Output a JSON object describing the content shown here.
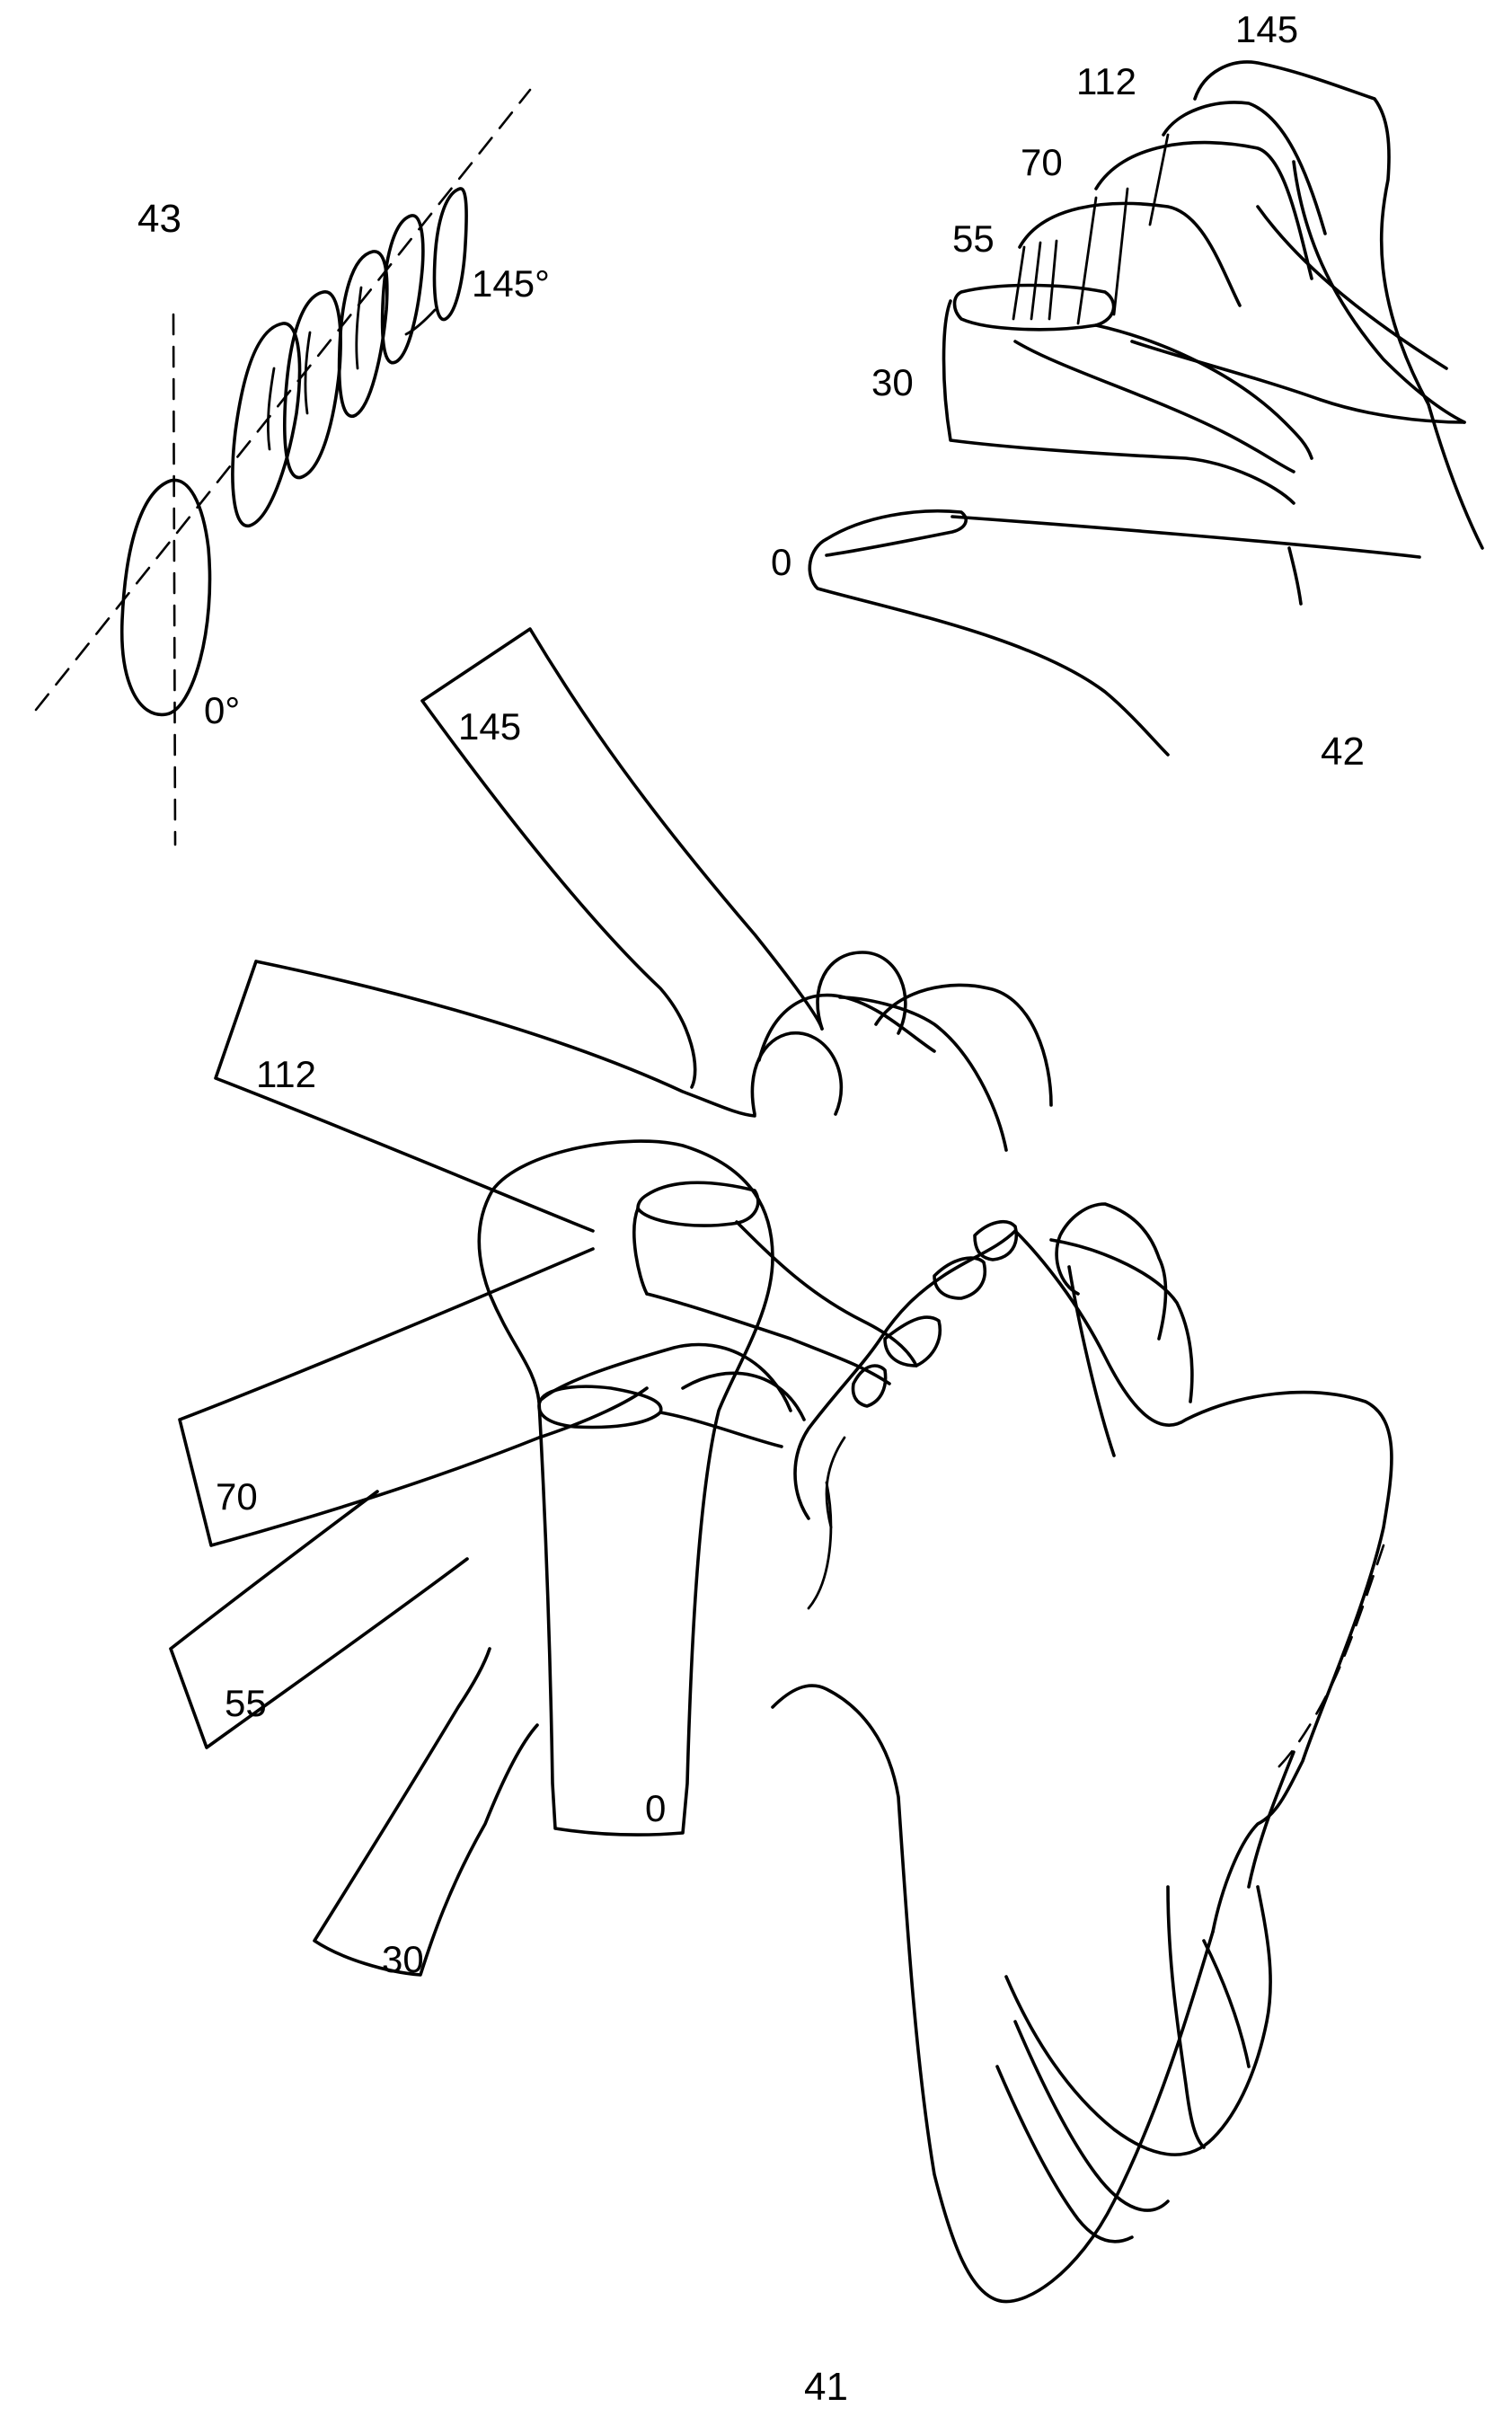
{
  "figure_41": {
    "number": "41",
    "angle_labels": [
      "145",
      "112",
      "70",
      "55",
      "30",
      "0"
    ]
  },
  "figure_42": {
    "number": "42",
    "angle_labels": [
      "145",
      "112",
      "70",
      "55",
      "30",
      "0"
    ]
  },
  "figure_43": {
    "number": "43",
    "start_angle": "0°",
    "end_angle": "145°"
  }
}
